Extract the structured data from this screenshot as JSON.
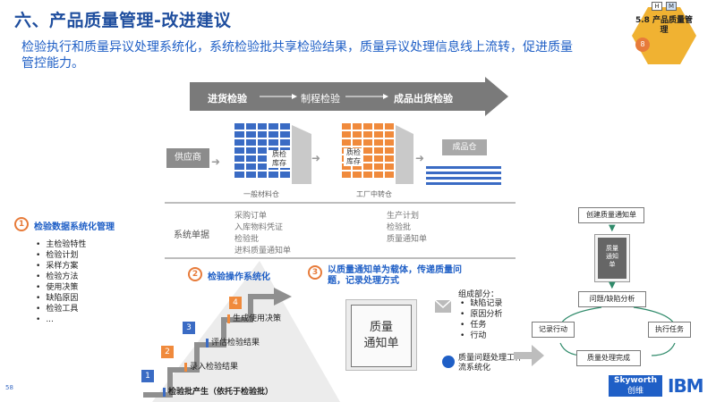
{
  "title": "六、产品质量管理-改进建议",
  "subtitle": "检验执行和质量异议处理系统化，系统检验批共享检验结果，质量异议处理信息线上流转，促进质量管控能力。",
  "badge": {
    "h": "H",
    "m": "M",
    "label": "5.8 产品质量管理",
    "num": "8"
  },
  "flow": {
    "step1": "进货检验",
    "step2": "制程检验",
    "step3": "成品出货检验"
  },
  "supplier": "供应商",
  "warehouse1": {
    "line1": "质检",
    "line2": "库存",
    "caption": "一般材料仓"
  },
  "warehouse2": {
    "line1": "质检",
    "line2": "库存",
    "caption": "工厂中转仓"
  },
  "product_warehouse": "成品仓",
  "system_docs": {
    "label": "系统单据",
    "col1": [
      "采购订单",
      "入库物料凭证",
      "检验批",
      "进料质量通知单"
    ],
    "col2": [
      "生产计划",
      "检验批",
      "质量通知单"
    ]
  },
  "sec1": {
    "num": "1",
    "title": "检验数据系统化管理",
    "items": [
      "主检验特性",
      "检验计划",
      "采样方案",
      "检验方法",
      "使用决策",
      "缺陷原因",
      "检验工具",
      "..."
    ]
  },
  "sec2": {
    "num": "2",
    "title": "检验操作系统化",
    "steps": [
      {
        "num": "1",
        "label": "检验批产生（依托于检验批）"
      },
      {
        "num": "2",
        "label": "录入检验结果"
      },
      {
        "num": "3",
        "label": "评估检验结果"
      },
      {
        "num": "4",
        "label": "生成使用决策"
      }
    ]
  },
  "sec3": {
    "num": "3",
    "title": "以质量通知单为载体，传递质量问题，记录处理方式",
    "card": {
      "line1": "质量",
      "line2": "通知单"
    },
    "components_title": "组成部分：",
    "components": [
      "缺陷记录",
      "原因分析",
      "任务",
      "行动"
    ],
    "workflow_note": "质量问题处理工作流系统化"
  },
  "process": {
    "create": "创建质量通知单",
    "doc": {
      "l1": "质量",
      "l2": "通知",
      "l3": "单"
    },
    "analysis": "问题/缺陷分析",
    "record": "记录行动",
    "execute": "执行任务",
    "done": "质量处理完成"
  },
  "page_number": "58",
  "logos": {
    "skyworth": "Skyworth",
    "skyworth_cn": "创维",
    "ibm": "IBM"
  },
  "colors": {
    "blue": "#1f5fc6",
    "orange": "#e77b3a",
    "gold": "#f0b232"
  }
}
